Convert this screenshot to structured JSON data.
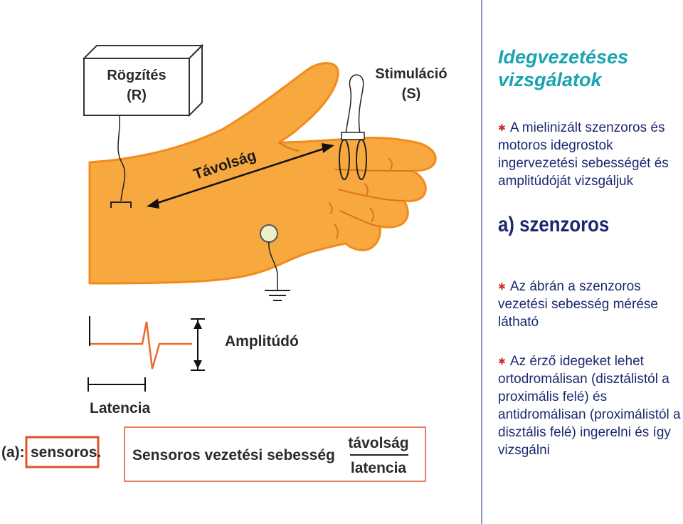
{
  "diagram": {
    "recording_label_line1": "Rögzítés",
    "recording_label_line2": "(R)",
    "stimulation_label_line1": "Stimuláció",
    "stimulation_label_line2": "(S)",
    "distance_label": "Távolság",
    "amplitude_label": "Amplitúdó",
    "latency_label": "Latencia",
    "sensor_prefix": "(a):",
    "sensor_label": "sensoros.",
    "formula_label": "Sensoros vezetési sebesség",
    "formula_numerator": "távolság",
    "formula_denominator": "latencia"
  },
  "panel": {
    "title_line1": "Idegvezetéses",
    "title_line2": "vizsgálatok",
    "bullet_symbol": "✱",
    "intro": "A mielinizált szenzoros és motoros idegrostok ingervezetési sebességét és amplitúdóját vizsgáljuk",
    "section_heading": "a) szenzoros",
    "point1": "Az ábrán a szenzoros vezetési sebesség mérése látható",
    "point2": "Az érző idegeket lehet ortodromálisan (disztálistól a proximális felé) és antidromálisan (proximálistól a disztális felé) ingerelni és így vizsgálni"
  },
  "colors": {
    "hand_fill": "#f7a83e",
    "hand_outline": "#f28a1c",
    "title_color": "#18a4b0",
    "text_color": "#1e2870",
    "bullet_color": "#cc2b2b",
    "box_border": "#e0502a",
    "trace_color": "#ea6a2a"
  }
}
